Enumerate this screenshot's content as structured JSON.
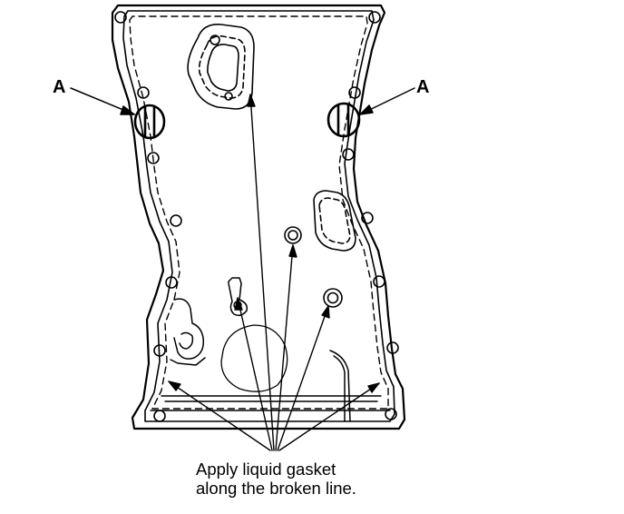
{
  "labels": {
    "left_point": "A",
    "right_point": "A"
  },
  "caption": {
    "line1": "Apply liquid gasket",
    "line2": "along the broken line."
  }
}
